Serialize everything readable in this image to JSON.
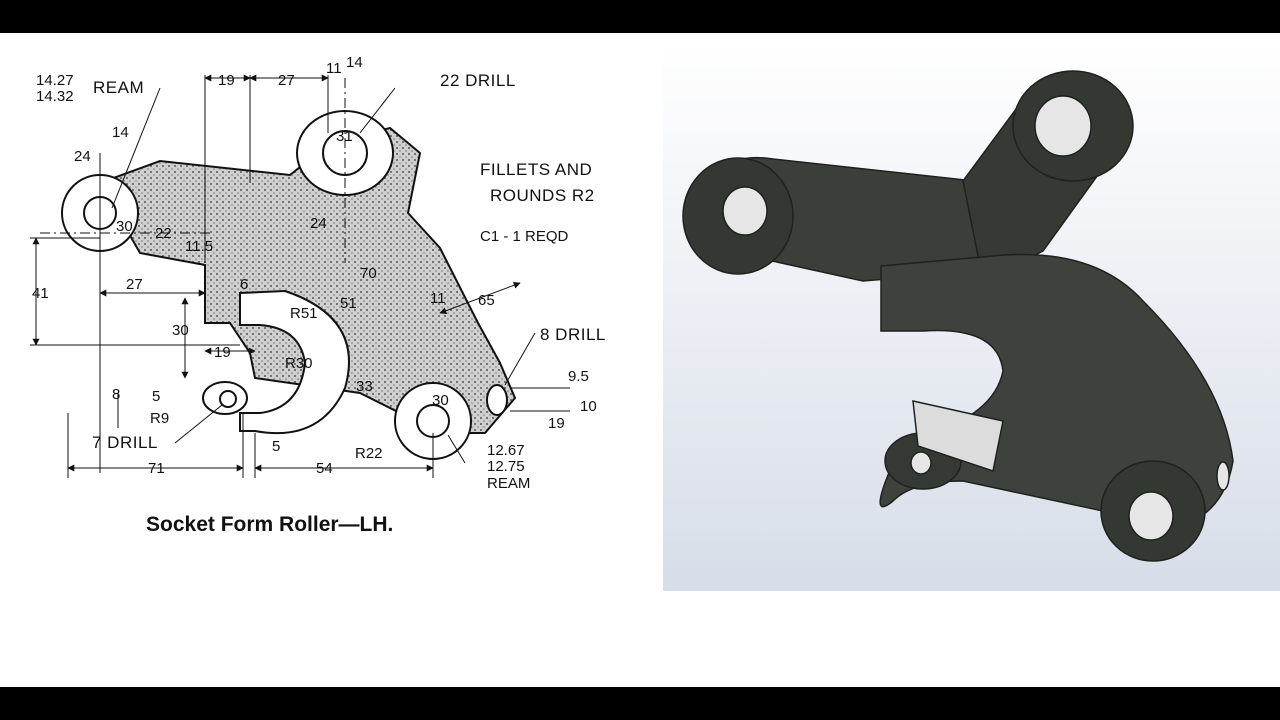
{
  "drawing": {
    "title": "Socket Form Roller—LH.",
    "notes": {
      "ream_top_1": "14.27",
      "ream_top_2": "14.32",
      "ream_top_label": "REAM",
      "drill_22": "22 DRILL",
      "fillets_1": "FILLETS AND",
      "fillets_2": "ROUNDS R2",
      "req": "C1 - 1 REQD",
      "drill_8": "8 DRILL",
      "drill_7": "7 DRILL",
      "ream_bot_1": "12.67",
      "ream_bot_2": "12.75",
      "ream_bot_label": "REAM"
    },
    "dims": {
      "d19_top": "19",
      "d27_top": "27",
      "d11": "11",
      "d14_top": "14",
      "d24": "24",
      "d14_left": "14",
      "d30_left": "30",
      "d22": "22",
      "d11_5": "11.5",
      "d41": "41",
      "d27_left": "27",
      "d6": "6",
      "d30_mid": "30",
      "d19_mid": "19",
      "d8": "8",
      "d5_left": "5",
      "r9": "R9",
      "r51": "R51",
      "r30": "R30",
      "d24_mid": "24",
      "d70": "70",
      "d51": "51",
      "d33": "33",
      "d65": "65",
      "d11_right": "11",
      "d31": "31",
      "d30_bot": "30",
      "r22": "R22",
      "d9_5": "9.5",
      "d19_right": "19",
      "d10": "10",
      "d71": "71",
      "d54": "54",
      "d5_bot": "5"
    }
  },
  "model": {
    "background_gradient": [
      "#ffffff",
      "#d7dde8"
    ],
    "part_color": "#3a3f3a",
    "hole_color": "#e6e6e6"
  }
}
